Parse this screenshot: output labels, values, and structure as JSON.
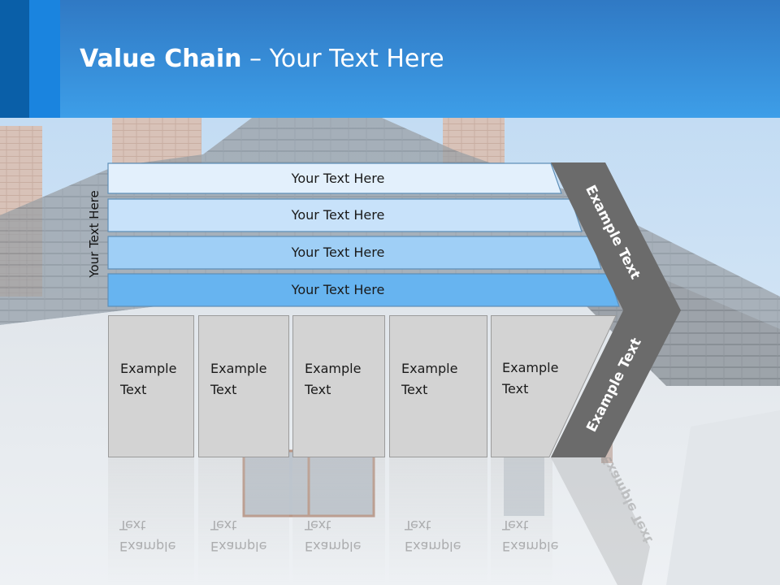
{
  "slide": {
    "title_bold": "Value Chain",
    "title_rest": " – Your Text Here",
    "vertical_label": "Your Text Here"
  },
  "rows": [
    {
      "label": "Your Text Here",
      "fill": "#e3f0fc"
    },
    {
      "label": "Your Text Here",
      "fill": "#c8e2fa"
    },
    {
      "label": "Your Text Here",
      "fill": "#9fcff6"
    },
    {
      "label": "Your Text Here",
      "fill": "#67b4f0"
    }
  ],
  "boxes": [
    {
      "label": "Example\nText"
    },
    {
      "label": "Example\nText"
    },
    {
      "label": "Example\nText"
    },
    {
      "label": "Example\nText"
    },
    {
      "label": "Example\nText"
    }
  ],
  "chevron": {
    "upper_label": "Example Text",
    "lower_label": "Example Text",
    "fill": "#6b6b6b"
  },
  "colors": {
    "header_accent": "#0a5fa8",
    "header": "#3d9ee8"
  }
}
